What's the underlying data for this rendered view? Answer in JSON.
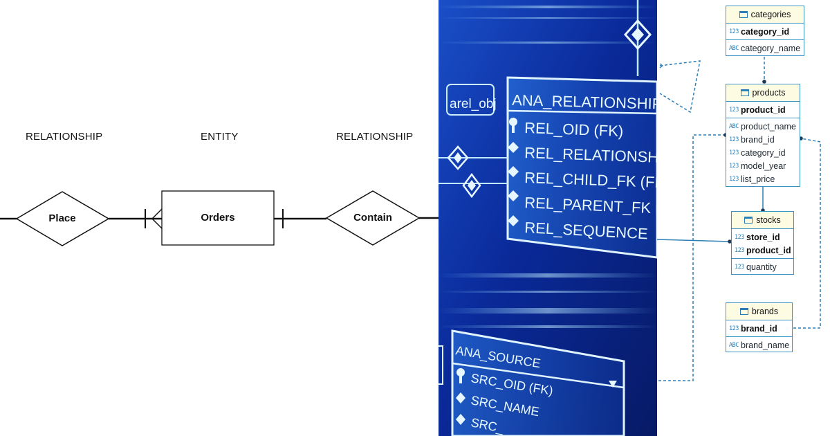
{
  "er_diagram": {
    "headers": {
      "left": "RELATIONSHIP",
      "middle": "ENTITY",
      "right": "RELATIONSHIP"
    },
    "nodes": {
      "place": "Place",
      "orders": "Orders",
      "contain": "Contain"
    }
  },
  "photo": {
    "top_table": {
      "title": "ANA_RELATIONSHIP",
      "side_label": "arel_obj",
      "fields": [
        "REL_OID (FK)",
        "REL_RELATIONSHI",
        "REL_CHILD_FK (FK",
        "REL_PARENT_FK (",
        "REL_SEQUENCE"
      ]
    },
    "bottom_table": {
      "title": "ANA_SOURCE",
      "fields": [
        "SRC_OID (FK)",
        "SRC_NAME",
        "SRC_"
      ]
    }
  },
  "schema": {
    "tables": {
      "categories": {
        "name": "categories",
        "keys": [
          {
            "type": "123",
            "name": "category_id"
          }
        ],
        "columns": [
          {
            "type": "ABC",
            "name": "category_name"
          }
        ]
      },
      "products": {
        "name": "products",
        "keys": [
          {
            "type": "123",
            "name": "product_id"
          }
        ],
        "columns": [
          {
            "type": "ABC",
            "name": "product_name"
          },
          {
            "type": "123",
            "name": "brand_id"
          },
          {
            "type": "123",
            "name": "category_id"
          },
          {
            "type": "123",
            "name": "model_year"
          },
          {
            "type": "123",
            "name": "list_price"
          }
        ]
      },
      "stocks": {
        "name": "stocks",
        "keys": [
          {
            "type": "123",
            "name": "store_id"
          },
          {
            "type": "123",
            "name": "product_id"
          }
        ],
        "columns": [
          {
            "type": "123",
            "name": "quantity"
          }
        ]
      },
      "brands": {
        "name": "brands",
        "keys": [
          {
            "type": "123",
            "name": "brand_id"
          }
        ],
        "columns": [
          {
            "type": "ABC",
            "name": "brand_name"
          }
        ]
      }
    }
  }
}
